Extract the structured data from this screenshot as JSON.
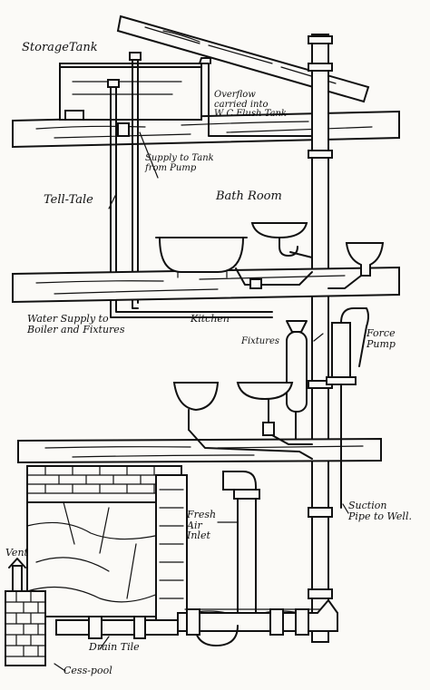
{
  "labels": {
    "storage_tank": "StorageTank",
    "overflow": "Overflow\ncarried into\nW C Flush Tank",
    "supply_tank": "Supply to Tank\nfrom Pump",
    "tell_tale": "Tell-Tale",
    "bath_room": "Bath Room",
    "water_supply": "Water Supply to\nBoiler and Fixtures",
    "kitchen": "Kitchen",
    "fixtures": "Fixtures",
    "force_pump": "Force\nPump",
    "suction_pipe": "Suction\nPipe to Well.",
    "fresh_air": "Fresh\nAir\nInlet",
    "vent": "Vent",
    "drain_tile": "Drain Tile",
    "cess_pool": "Cess-pool"
  }
}
